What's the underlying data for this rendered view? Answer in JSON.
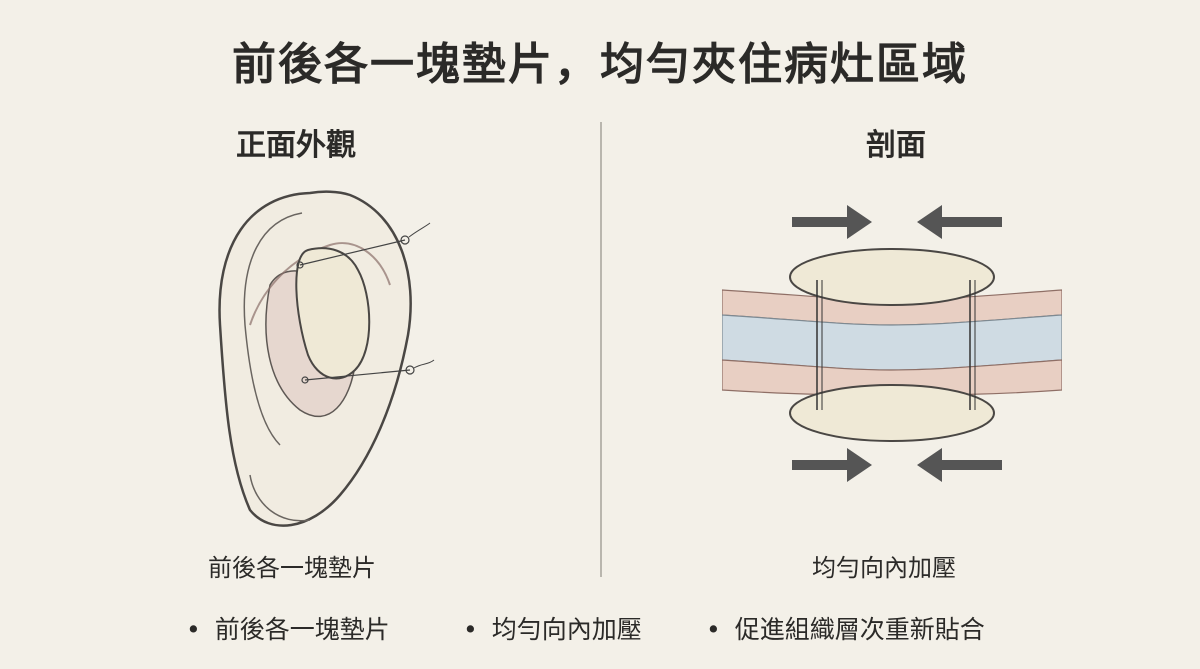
{
  "title": "前後各一塊墊片，均勻夾住病灶區域",
  "panels": {
    "front": {
      "title": "正面外觀",
      "caption": "前後各一塊墊片"
    },
    "section": {
      "title": "剖面",
      "caption": "均勻向內加壓"
    }
  },
  "bullets": [
    "前後各一塊墊片",
    "均勻向內加壓",
    "促進組織層次重新貼合"
  ],
  "colors": {
    "background": "#f3f0e8",
    "pad": "#efe9d6",
    "skin": "#e8cfc3",
    "cartilage": "#cfdbe3",
    "arrow": "#555555"
  }
}
